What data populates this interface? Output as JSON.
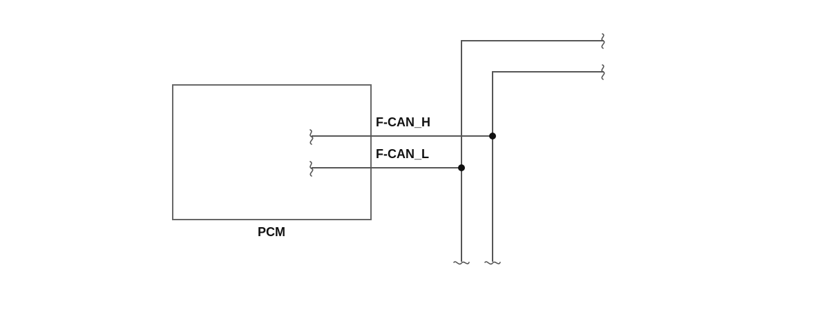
{
  "diagram": {
    "module_label": "PCM",
    "signals": [
      {
        "label": "F-CAN_H"
      },
      {
        "label": "F-CAN_L"
      }
    ],
    "colors": {
      "wire": "#555555",
      "box": "#666666",
      "text": "#111111",
      "junction": "#111111"
    }
  }
}
